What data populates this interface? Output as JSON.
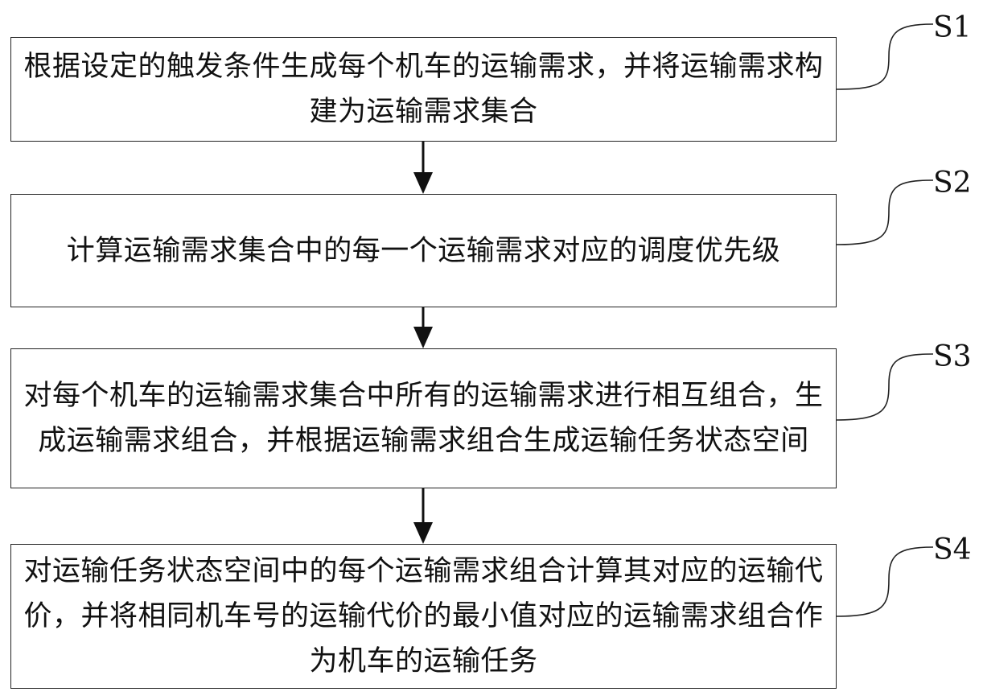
{
  "steps": [
    {
      "id": "S1",
      "text": "根据设定的触发条件生成每个机车的运输需求，并将运输需求构建为运输需求集合"
    },
    {
      "id": "S2",
      "text": "计算运输需求集合中的每一个运输需求对应的调度优先级"
    },
    {
      "id": "S3",
      "text": "对每个机车的运输需求集合中所有的运输需求进行相互组合，生成运输需求组合，并根据运输需求组合生成运输任务状态空间"
    },
    {
      "id": "S4",
      "text": "对运输任务状态空间中的每个运输需求组合计算其对应的运输代价，并将相同机车号的运输代价的最小值对应的运输需求组合作为机车的运输任务"
    }
  ]
}
